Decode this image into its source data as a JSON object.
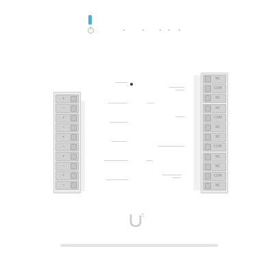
{
  "device": {
    "status_led_color": "#33b8e6",
    "power_icon": "power-icon",
    "logo_icon": "u-logo-icon"
  },
  "left_terminal_labels": [
    "+",
    "−",
    "+",
    "−",
    "+",
    "−",
    "+",
    "−",
    "+",
    "−"
  ],
  "right_terminal_labels": [
    "NC",
    "COM",
    "NC",
    "NC",
    "COM",
    "NC",
    "NC",
    "COM",
    "NC",
    "NC",
    "COM",
    "NC"
  ],
  "center_labels": [],
  "colors": {
    "led": "#33b8e6",
    "terminal": "#d2d2d2",
    "bar": "#e6e6e6"
  }
}
